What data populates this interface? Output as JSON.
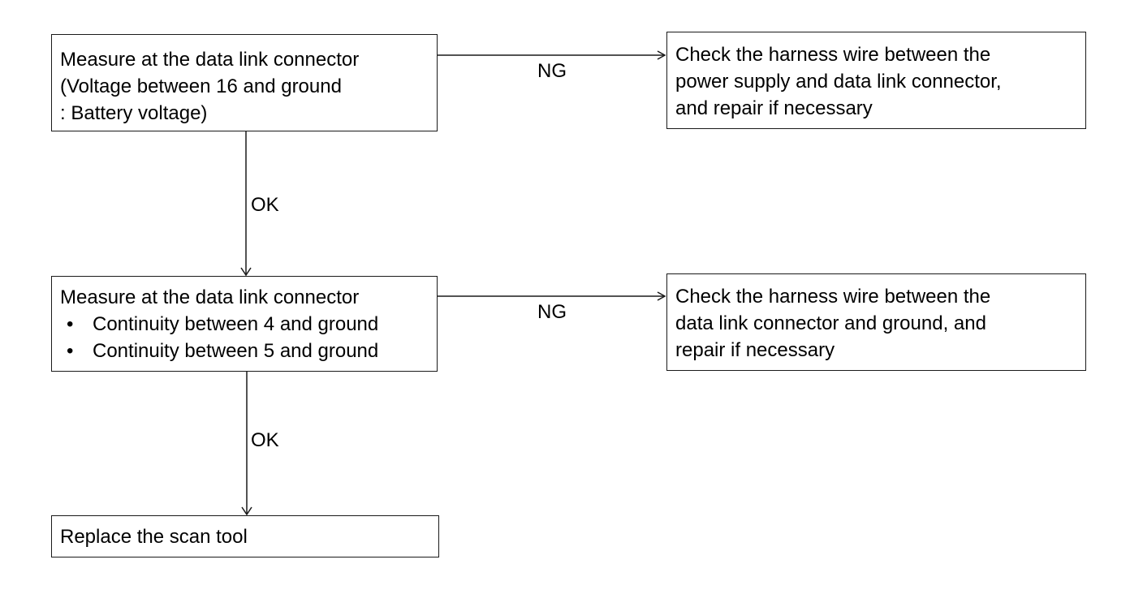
{
  "nodes": {
    "step1": {
      "lines": [
        "Measure at the data link connector",
        "(Voltage between 16 and ground",
        ": Battery voltage)"
      ]
    },
    "fix1": {
      "lines": [
        "Check the harness wire between the",
        "power supply and data link connector,",
        "and repair if necessary"
      ]
    },
    "step2": {
      "heading": "Measure at the data link connector",
      "bullet_symbol": "•",
      "bullets": [
        "Continuity between 4 and ground",
        "Continuity between 5 and ground"
      ]
    },
    "fix2": {
      "lines": [
        "Check the harness wire between the",
        "data link connector and ground, and",
        "repair if necessary"
      ]
    },
    "step3": {
      "lines": [
        "Replace the scan tool"
      ]
    }
  },
  "edges": {
    "step1_ng": "NG",
    "step1_ok": "OK",
    "step2_ng": "NG",
    "step2_ok": "OK"
  },
  "colors": {
    "line": "#1a1a1a",
    "background": "#ffffff",
    "text": "#000000"
  }
}
